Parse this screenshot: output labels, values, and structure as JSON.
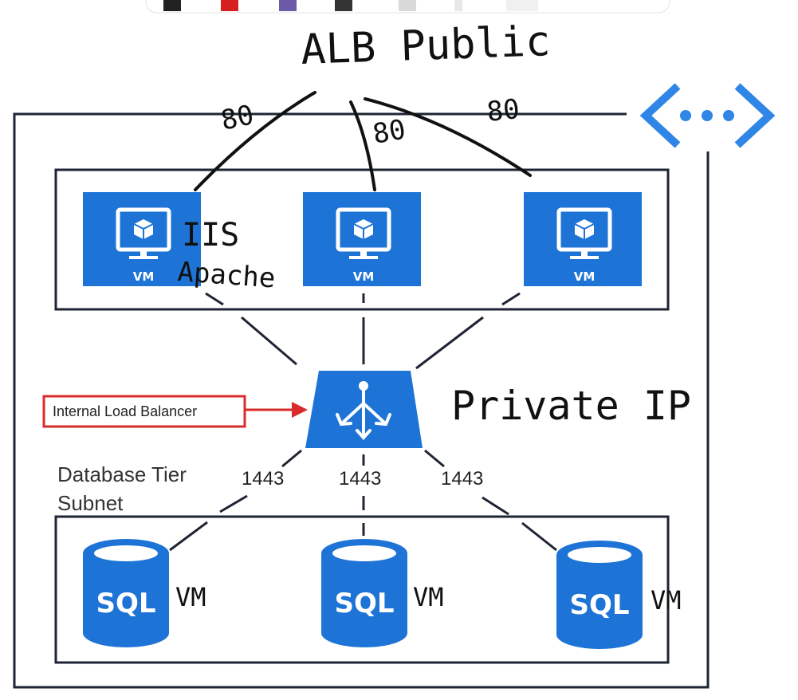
{
  "colors": {
    "azure_blue": "#1e74d6",
    "azure_blue_light": "#2f86e6",
    "frame": "#1e2433",
    "callout_red": "#d92b2b",
    "ink": "#111111"
  },
  "annotations": {
    "alb_public": "ALB Public",
    "private_ip": "Private IP",
    "iis": "IIS",
    "apache": "Apache",
    "web_ports": [
      "80",
      "80",
      "80"
    ]
  },
  "web_tier": {
    "vms": [
      {
        "label": "VM",
        "icon": "virtual-machine-icon"
      },
      {
        "label": "VM",
        "icon": "virtual-machine-icon"
      },
      {
        "label": "VM",
        "icon": "virtual-machine-icon"
      }
    ]
  },
  "load_balancer": {
    "callout_label": "Internal Load Balancer",
    "icon": "load-balancer-icon"
  },
  "database_tier": {
    "subnet_label_line1": "Database Tier",
    "subnet_label_line2": "Subnet",
    "ports": [
      "1443",
      "1443",
      "1443"
    ],
    "servers": [
      {
        "label": "SQL",
        "annotation": "VM",
        "icon": "sql-database-icon"
      },
      {
        "label": "SQL",
        "annotation": "VM",
        "icon": "sql-database-icon"
      },
      {
        "label": "SQL",
        "annotation": "VM",
        "icon": "sql-database-icon"
      }
    ]
  },
  "vnet": {
    "icon": "virtual-network-icon"
  }
}
